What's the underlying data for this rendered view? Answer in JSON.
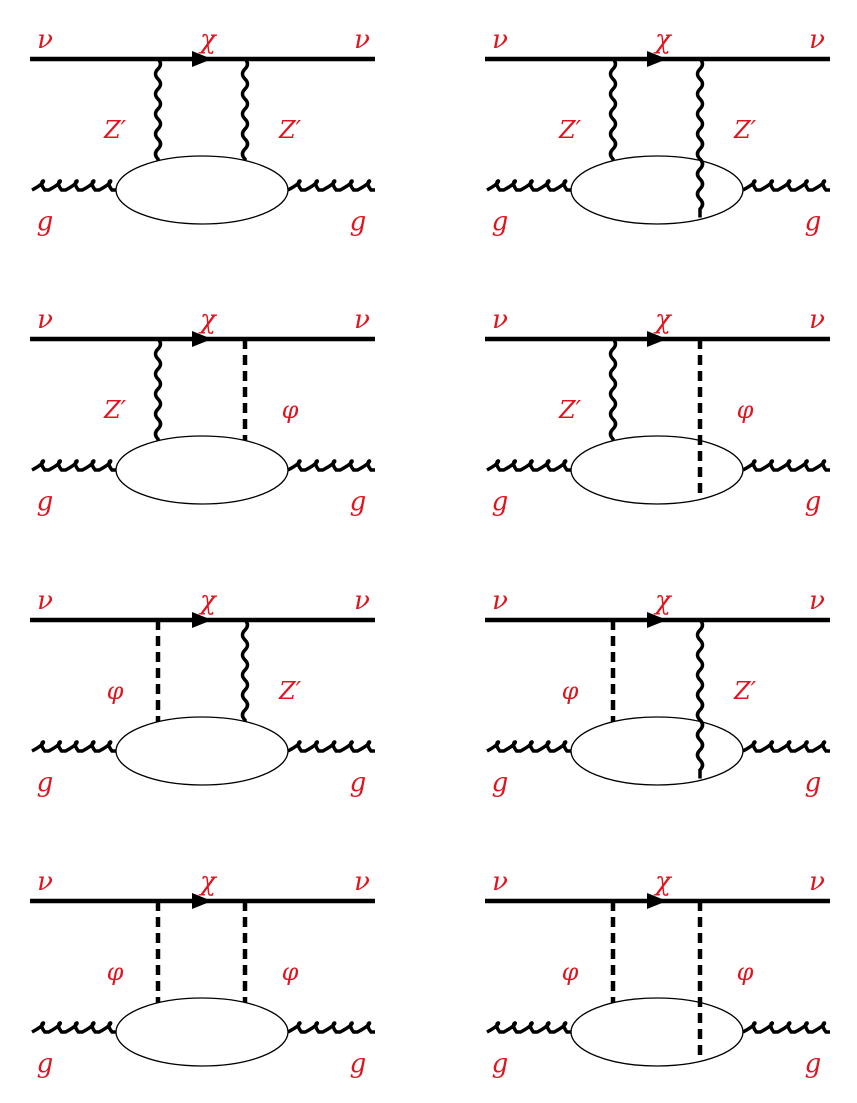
{
  "colors": {
    "label": "#e0141e",
    "line": "#000000"
  },
  "diagrams": [
    {
      "id": "d1",
      "left": "zprime",
      "right": "zprime",
      "right_through_blob": false,
      "labels": {
        "top_left": "ν",
        "top_mid": "χ",
        "top_right": "ν",
        "left_boson": "Z′",
        "right_boson": "Z′",
        "bottom_left": "g",
        "bottom_right": "g"
      }
    },
    {
      "id": "d2",
      "left": "zprime",
      "right": "zprime",
      "right_through_blob": true,
      "labels": {
        "top_left": "ν",
        "top_mid": "χ",
        "top_right": "ν",
        "left_boson": "Z′",
        "right_boson": "Z′",
        "bottom_left": "g",
        "bottom_right": "g"
      }
    },
    {
      "id": "d3",
      "left": "zprime",
      "right": "phi",
      "right_through_blob": false,
      "labels": {
        "top_left": "ν",
        "top_mid": "χ",
        "top_right": "ν",
        "left_boson": "Z′",
        "right_boson": "φ",
        "bottom_left": "g",
        "bottom_right": "g"
      }
    },
    {
      "id": "d4",
      "left": "zprime",
      "right": "phi",
      "right_through_blob": true,
      "labels": {
        "top_left": "ν",
        "top_mid": "χ",
        "top_right": "ν",
        "left_boson": "Z′",
        "right_boson": "φ",
        "bottom_left": "g",
        "bottom_right": "g"
      }
    },
    {
      "id": "d5",
      "left": "phi",
      "right": "zprime",
      "right_through_blob": false,
      "labels": {
        "top_left": "ν",
        "top_mid": "χ",
        "top_right": "ν",
        "left_boson": "φ",
        "right_boson": "Z′",
        "bottom_left": "g",
        "bottom_right": "g"
      }
    },
    {
      "id": "d6",
      "left": "phi",
      "right": "zprime",
      "right_through_blob": true,
      "labels": {
        "top_left": "ν",
        "top_mid": "χ",
        "top_right": "ν",
        "left_boson": "φ",
        "right_boson": "Z′",
        "bottom_left": "g",
        "bottom_right": "g"
      }
    },
    {
      "id": "d7",
      "left": "phi",
      "right": "phi",
      "right_through_blob": false,
      "labels": {
        "top_left": "ν",
        "top_mid": "χ",
        "top_right": "ν",
        "left_boson": "φ",
        "right_boson": "φ",
        "bottom_left": "g",
        "bottom_right": "g"
      }
    },
    {
      "id": "d8",
      "left": "phi",
      "right": "phi",
      "right_through_blob": true,
      "labels": {
        "top_left": "ν",
        "top_mid": "χ",
        "top_right": "ν",
        "left_boson": "φ",
        "right_boson": "φ",
        "bottom_left": "g",
        "bottom_right": "g"
      }
    }
  ]
}
